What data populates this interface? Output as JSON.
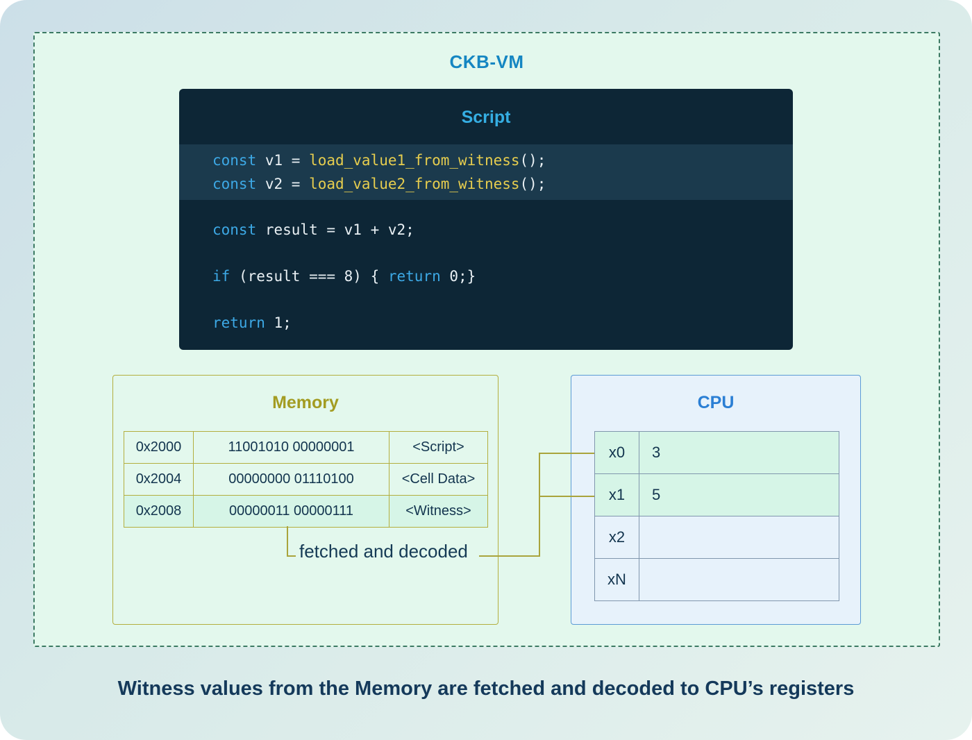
{
  "vm": {
    "title": "CKB-VM"
  },
  "script": {
    "title": "Script",
    "hl_lines": [
      {
        "kw": "const",
        "t1": " v1 = ",
        "fn": "load_value1_from_witness",
        "t2": "();"
      },
      {
        "kw": "const",
        "t1": " v2 = ",
        "fn": "load_value2_from_witness",
        "t2": "();"
      }
    ],
    "line_result": {
      "kw": "const",
      "t1": " result = v1 + v2;"
    },
    "line_if": {
      "kw": "if",
      "t1": " (result === 8) { ",
      "kw2": "return",
      "t2": " 0;}"
    },
    "line_return": {
      "kw": "return",
      "t1": " 1;"
    }
  },
  "memory": {
    "title": "Memory",
    "rows": [
      {
        "address": "0x2000",
        "value": "11001010 00000001",
        "tag": "<Script>"
      },
      {
        "address": "0x2004",
        "value": "00000000 01110100",
        "tag": "<Cell Data>"
      },
      {
        "address": "0x2008",
        "value": "00000011 00000111",
        "tag": "<Witness>"
      }
    ]
  },
  "cpu": {
    "title": "CPU",
    "registers": [
      {
        "name": "x0",
        "value": "3"
      },
      {
        "name": "x1",
        "value": "5"
      },
      {
        "name": "x2",
        "value": ""
      },
      {
        "name": "xN",
        "value": ""
      }
    ]
  },
  "connector": {
    "label": "fetched and decoded"
  },
  "caption": "Witness values from the Memory are fetched and decoded to CPU’s registers",
  "colors": {
    "vm_border": "#3c7a63",
    "vm_background": "#e3f8ed",
    "vm_title": "#1586c2",
    "script_background": "#0d2636",
    "script_highlight_band": "#1b3a4d",
    "script_title": "#35aee3",
    "code_keyword": "#3da9e6",
    "code_function": "#e6cd4e",
    "code_plain": "#e9f0f4",
    "memory_border": "#b3ae3e",
    "memory_title": "#a39c22",
    "cpu_border": "#5b9bd5",
    "cpu_background": "#e7f2fb",
    "cpu_title": "#2b7fd4",
    "highlight_row": "#d6f5e7",
    "connector_line": "#a9a43c",
    "text_navy": "#12344e"
  }
}
